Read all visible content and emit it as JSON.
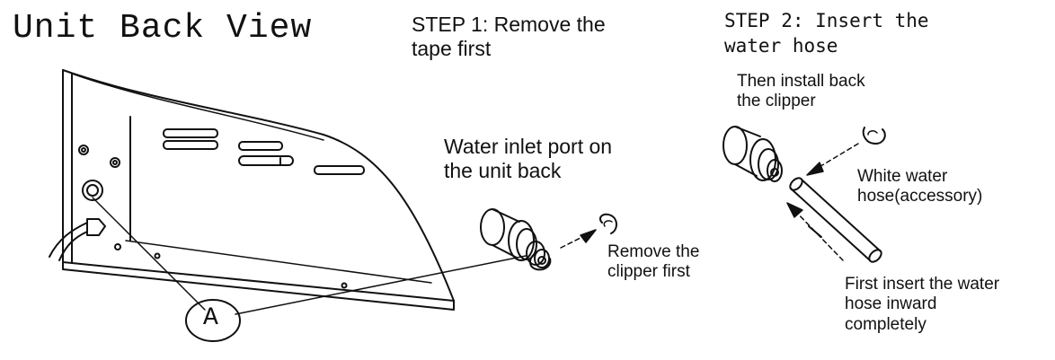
{
  "title": "Unit Back View",
  "step1": {
    "line1": "STEP 1: Remove the",
    "line2": "tape first"
  },
  "step2": {
    "line1": "STEP 2: Insert the",
    "line2": "water hose"
  },
  "then_install": {
    "line1": "Then install back",
    "line2": "the clipper"
  },
  "water_inlet": {
    "line1": "Water inlet port on",
    "line2": "the unit back"
  },
  "white_hose": {
    "line1": "White water",
    "line2": "hose(accessory)"
  },
  "remove_clipper": {
    "line1": "Remove the",
    "line2": "clipper first"
  },
  "first_insert": {
    "line1": "First insert the water",
    "line2": "hose inward",
    "line3": "completely"
  },
  "callout_label": "A",
  "colors": {
    "ink": "#111111",
    "background": "#ffffff"
  }
}
